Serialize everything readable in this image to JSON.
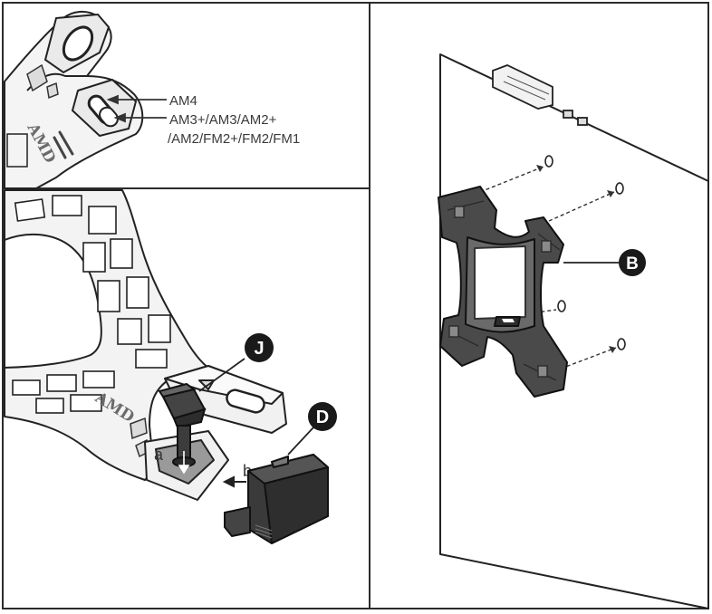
{
  "panels": {
    "top_left": {
      "labels": {
        "am4": "AM4",
        "am3_line1": "AM3+/AM3/AM2+",
        "am3_line2": "/AM2/FM2+/FM2/FM1"
      },
      "emboss": "AMD"
    },
    "bottom_left": {
      "callouts": {
        "j": "J",
        "d": "D"
      },
      "steps": {
        "a": "a",
        "b": "b"
      },
      "emboss": "AMD"
    },
    "right": {
      "callouts": {
        "b": "B"
      }
    }
  },
  "colors": {
    "frame": "#2b2b2b",
    "callout_fill": "#1a1a1a",
    "part_dark": "#3c3c3c",
    "part_light": "#e9e9e9",
    "line": "#222222"
  }
}
